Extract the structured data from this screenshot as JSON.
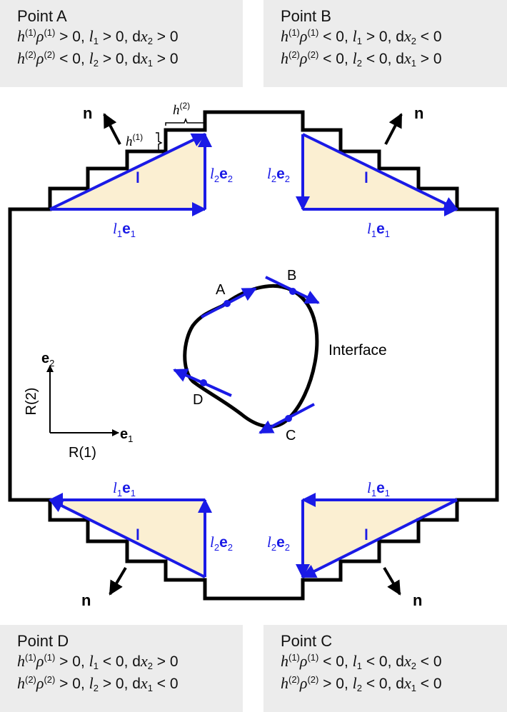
{
  "panels": {
    "A": {
      "title": "Point A",
      "line1": [
        "(1)",
        "(1)",
        " > 0, ",
        "1",
        " > 0, d",
        "2",
        " > 0"
      ],
      "line2": [
        "(2)",
        "(2)",
        " < 0, ",
        "2",
        " > 0, d",
        "1",
        " > 0"
      ]
    },
    "B": {
      "title": "Point B",
      "line1": [
        "(1)",
        "(1)",
        " < 0, ",
        "1",
        " > 0, d",
        "2",
        " < 0"
      ],
      "line2": [
        "(2)",
        "(2)",
        " < 0, ",
        "2",
        " < 0, d",
        "1",
        " > 0"
      ]
    },
    "D": {
      "title": "Point D",
      "line1": [
        "(1)",
        "(1)",
        " > 0, ",
        "1",
        " < 0, d",
        "2",
        " > 0"
      ],
      "line2": [
        "(2)",
        "(2)",
        " > 0, ",
        "2",
        " > 0, d",
        "1",
        " < 0"
      ]
    },
    "C": {
      "title": "Point C",
      "line1": [
        "(1)",
        "(1)",
        " < 0, ",
        "1",
        " < 0, d",
        "2",
        " < 0"
      ],
      "line2": [
        "(2)",
        "(2)",
        " > 0, ",
        "2",
        " < 0, d",
        "1",
        " < 0"
      ]
    }
  },
  "symbols": {
    "h": "h",
    "rho": "ρ",
    "l": "l",
    "x": "x"
  },
  "diagram": {
    "normal_label": "n",
    "l_vector_label": "l",
    "l1e1": {
      "l": "l",
      "sub": "1",
      "e": "e",
      "esub": "1"
    },
    "l2e2": {
      "l": "l",
      "sub": "2",
      "e": "e",
      "esub": "2"
    },
    "h1": {
      "h": "h",
      "sup": "(1)"
    },
    "h2": {
      "h": "h",
      "sup": "(2)"
    },
    "points": {
      "A": "A",
      "B": "B",
      "C": "C",
      "D": "D"
    },
    "interface_label": "Interface",
    "axes": {
      "e1": "e",
      "e1_sub": "1",
      "e2": "e",
      "e2_sub": "2",
      "r1": "R(1)",
      "r2": "R(2)"
    }
  },
  "colors": {
    "blue": "#1a1ae6",
    "fill": "#fbefd2",
    "black": "#000000",
    "panel": "#ececec"
  }
}
